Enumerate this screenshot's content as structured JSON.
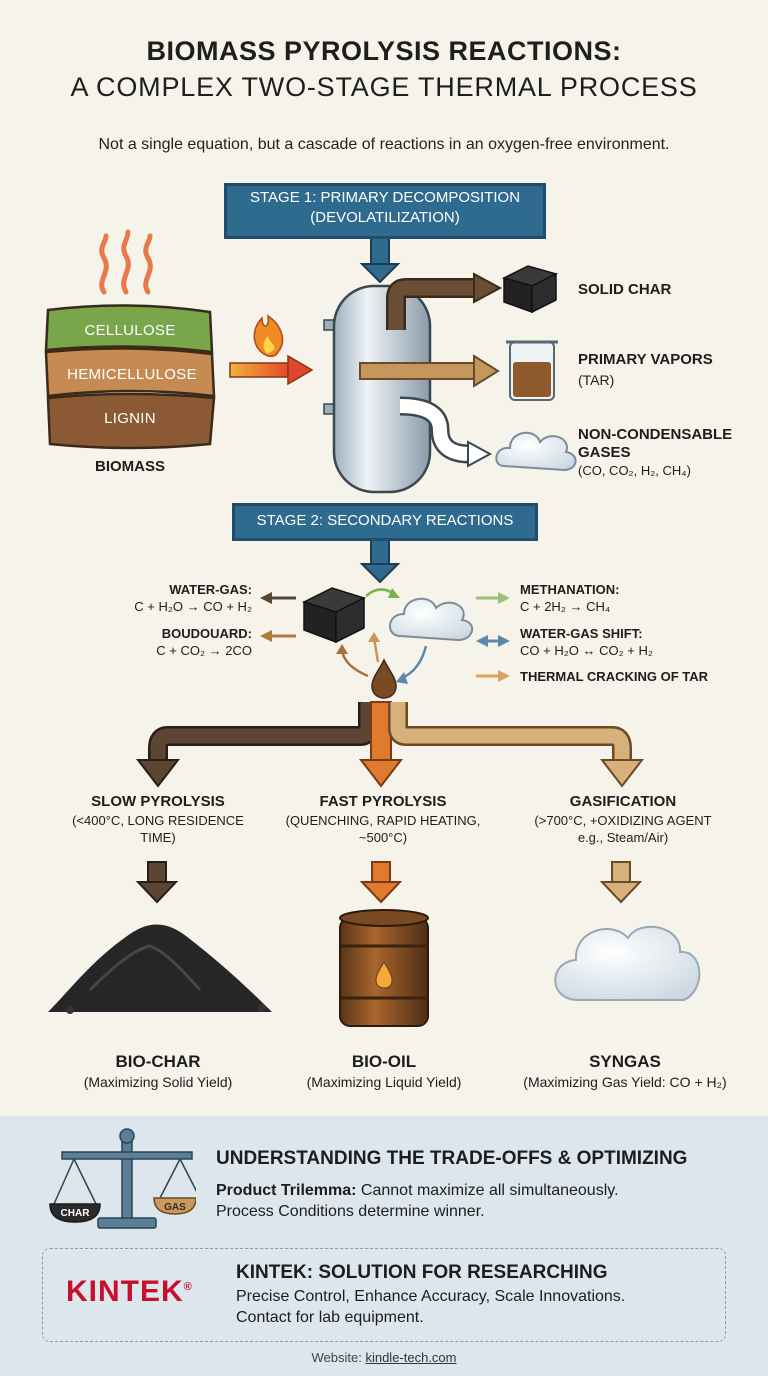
{
  "title": {
    "line1": "BIOMASS PYROLYSIS REACTIONS:",
    "line2": "A COMPLEX TWO-STAGE THERMAL PROCESS"
  },
  "subtitle": "Not a single equation, but a cascade of reactions in an oxygen-free environment.",
  "stage1": {
    "line1": "STAGE 1: PRIMARY DECOMPOSITION",
    "line2": "(DEVOLATILIZATION)"
  },
  "biomass": {
    "layers": [
      "CELLULOSE",
      "HEMICELLULOSE",
      "LIGNIN"
    ],
    "label": "BIOMASS"
  },
  "outputs": {
    "char": "SOLID CHAR",
    "vapors_title": "PRIMARY VAPORS",
    "vapors_sub": "(TAR)",
    "gases_title_1": "NON-CONDENSABLE",
    "gases_title_2": "GASES",
    "gases_sub": "(CO, CO₂, H₂, CH₄)"
  },
  "stage2": {
    "label": "STAGE 2: SECONDARY REACTIONS"
  },
  "reactions": {
    "water_gas_title": "WATER-GAS:",
    "water_gas_eq": "C + H₂O → CO + H₂",
    "boudouard_title": "BOUDOUARD:",
    "boudouard_eq": "C + CO₂ → 2CO",
    "methanation_title": "METHANATION:",
    "methanation_eq": "C + 2H₂ → CH₄",
    "shift_title": "WATER-GAS SHIFT:",
    "shift_eq": "CO + H₂O ↔ CO₂ + H₂",
    "cracking_title": "THERMAL CRACKING OF TAR"
  },
  "routes": [
    {
      "title": "SLOW PYROLYSIS",
      "desc1": "(<400°C, LONG RESIDENCE",
      "desc2": "TIME)",
      "product": "BIO-CHAR",
      "product_desc": "(Maximizing Solid Yield)",
      "color": "#5b4634"
    },
    {
      "title": "FAST PYROLYSIS",
      "desc1": "(QUENCHING, RAPID HEATING,",
      "desc2": "~500°C)",
      "product": "BIO-OIL",
      "product_desc": "(Maximizing Liquid Yield)",
      "color": "#e07a2f"
    },
    {
      "title": "GASIFICATION",
      "desc1": "(>700°C, +OXIDIZING AGENT",
      "desc2": "e.g., Steam/Air)",
      "product": "SYNGAS",
      "product_desc": "(Maximizing Gas Yield: CO + H₂)",
      "color": "#c99a5f"
    }
  ],
  "tradeoffs": {
    "heading": "UNDERSTANDING THE TRADE-OFFS & OPTIMIZING",
    "bold": "Product Trilemma:",
    "line1": " Cannot maximize all simultaneously.",
    "line2": "Process Conditions determine winner.",
    "scale_left": "CHAR",
    "scale_right": "GAS"
  },
  "kintek": {
    "logo": "KINTEK",
    "logo_reg": "®",
    "heading": "KINTEK: SOLUTION FOR RESEARCHING",
    "line1": "Precise Control, Enhance Accuracy, Scale Innovations.",
    "line2": "Contact for lab equipment."
  },
  "website": {
    "label": "Website: ",
    "url": "kindle-tech.com"
  },
  "colors": {
    "stage_blue": "#2f6a8f",
    "slow_brown": "#5b4634",
    "fast_orange": "#e07a2f",
    "gas_tan": "#c99a5f",
    "kintek_red": "#c8102e",
    "kintek_blue": "#1b3f8f"
  }
}
